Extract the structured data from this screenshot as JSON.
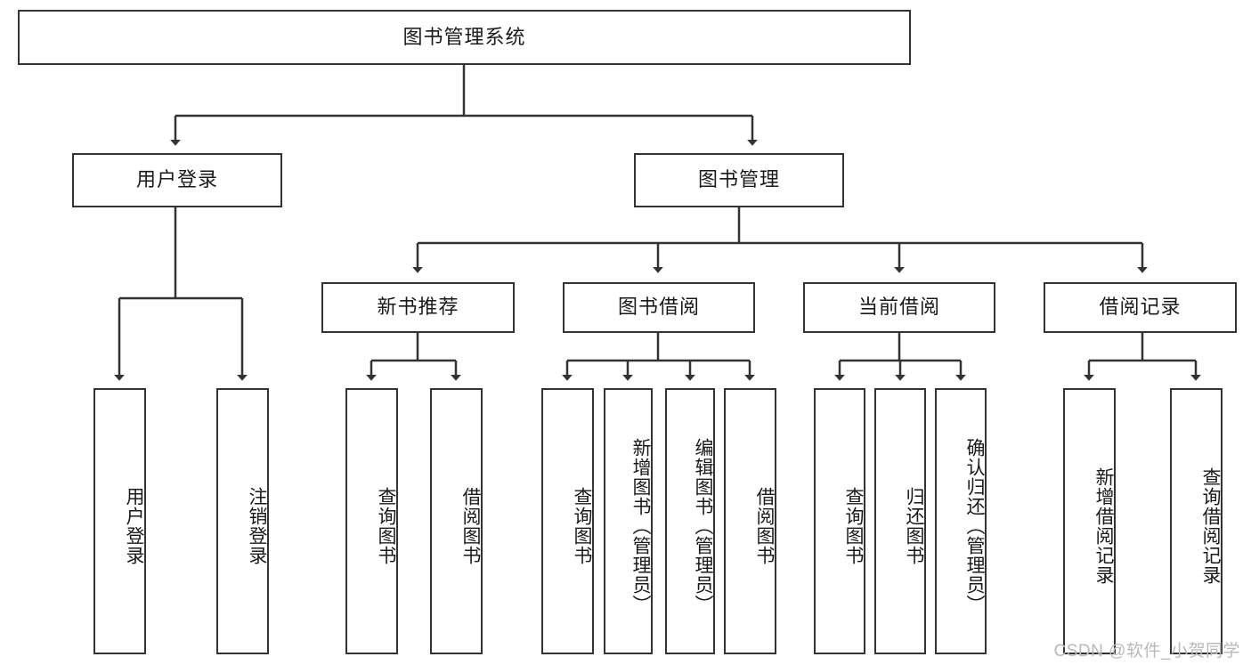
{
  "diagram": {
    "title": "图书管理系统",
    "type": "tree",
    "watermark": "CSDN @软件_小贺同学",
    "colors": {
      "node_border": "#333333",
      "node_fill": "#ffffff",
      "edge": "#333333",
      "text": "#1a1a1a",
      "watermark": "#b9b9b9",
      "background": "#ffffff"
    },
    "nodes": {
      "root": {
        "label": "图书管理系统"
      },
      "level2": [
        {
          "id": "user-login",
          "label": "用户登录"
        },
        {
          "id": "book-manage",
          "label": "图书管理"
        }
      ],
      "level3": [
        {
          "id": "new-book-recommend",
          "label": "新书推荐"
        },
        {
          "id": "book-borrow",
          "label": "图书借阅"
        },
        {
          "id": "current-borrow",
          "label": "当前借阅"
        },
        {
          "id": "borrow-record",
          "label": "借阅记录"
        }
      ],
      "leaves": {
        "user-login": [
          {
            "id": "leaf-user-login",
            "label": "用户登录"
          },
          {
            "id": "leaf-user-logout",
            "label": "注销登录"
          }
        ],
        "new-book-recommend": [
          {
            "id": "leaf-query-book-1",
            "label": "查询图书"
          },
          {
            "id": "leaf-borrow-book-1",
            "label": "借阅图书"
          }
        ],
        "book-borrow": [
          {
            "id": "leaf-query-book-2",
            "label": "查询图书"
          },
          {
            "id": "leaf-add-book",
            "label": "新增图书（管理员）"
          },
          {
            "id": "leaf-edit-book",
            "label": "编辑图书（管理员）"
          },
          {
            "id": "leaf-borrow-book-2",
            "label": "借阅图书"
          }
        ],
        "current-borrow": [
          {
            "id": "leaf-query-book-3",
            "label": "查询图书"
          },
          {
            "id": "leaf-return-book",
            "label": "归还图书"
          },
          {
            "id": "leaf-confirm-return",
            "label": "确认归还（管理员）"
          }
        ],
        "borrow-record": [
          {
            "id": "leaf-add-record",
            "label": "新增借阅记录"
          },
          {
            "id": "leaf-query-record",
            "label": "查询借阅记录"
          }
        ]
      }
    }
  }
}
